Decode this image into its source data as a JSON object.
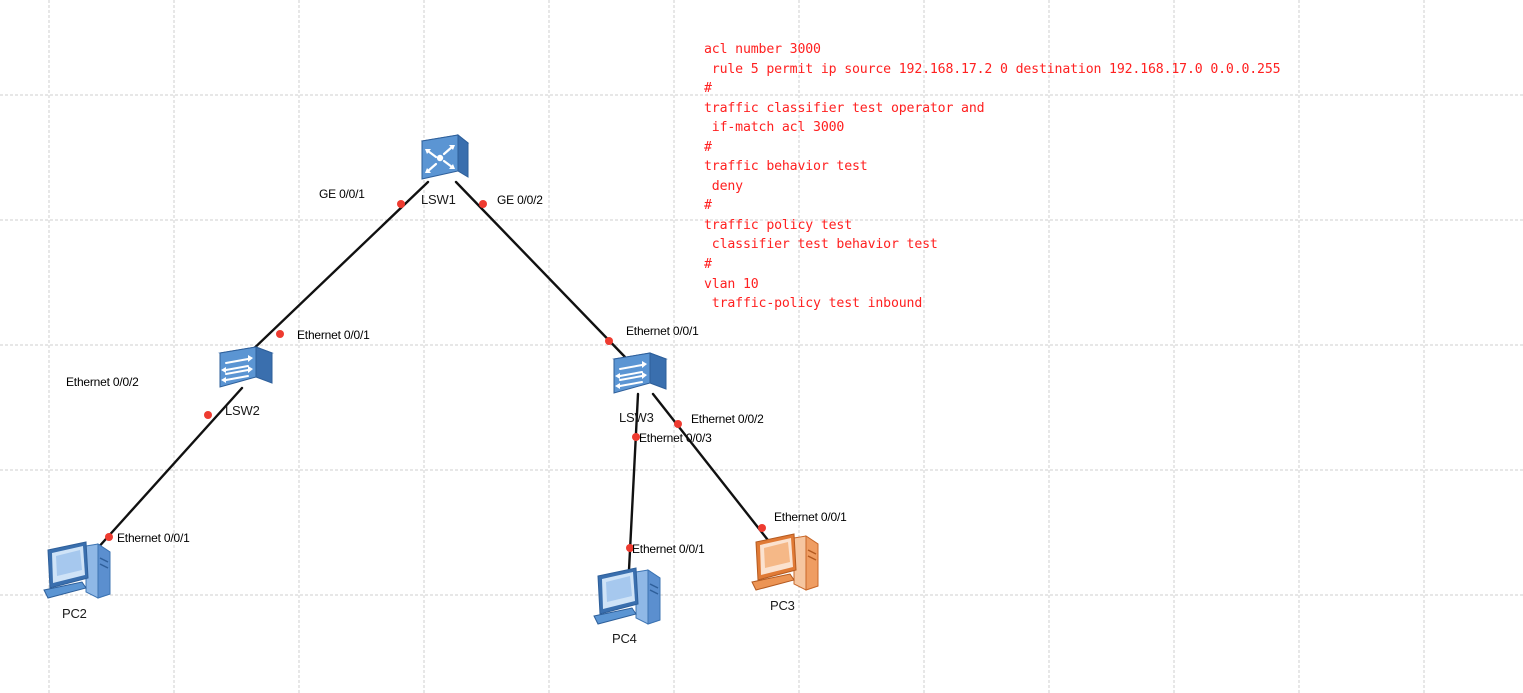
{
  "colors": {
    "config_text": "#ff2020",
    "port_dot": "#ee3b30",
    "link": "#111111",
    "grid": "#cfcfcf",
    "switch_blue": "#4a86c8",
    "pc_blue": "#6aa0d8",
    "pc_orange": "#ee9a5e"
  },
  "devices": {
    "lsw1": {
      "name": "LSW1",
      "icon": "core-switch-icon"
    },
    "lsw2": {
      "name": "LSW2",
      "icon": "access-switch-icon"
    },
    "lsw3": {
      "name": "LSW3",
      "icon": "access-switch-icon"
    },
    "pc2": {
      "name": "PC2",
      "icon": "pc-icon"
    },
    "pc3": {
      "name": "PC3",
      "icon": "pc-icon-orange"
    },
    "pc4": {
      "name": "PC4",
      "icon": "pc-icon"
    }
  },
  "ports": {
    "lsw1_ge001": "GE 0/0/1",
    "lsw1_ge002": "GE 0/0/2",
    "lsw2_eth001": "Ethernet 0/0/1",
    "lsw2_eth002": "Ethernet 0/0/2",
    "lsw3_eth001": "Ethernet 0/0/1",
    "lsw3_eth002": "Ethernet 0/0/2",
    "lsw3_eth003": "Ethernet 0/0/3",
    "pc2_eth001": "Ethernet 0/0/1",
    "pc4_eth001": "Ethernet 0/0/1",
    "pc3_eth001": "Ethernet 0/0/1"
  },
  "config_lines": [
    "acl number 3000",
    " rule 5 permit ip source 192.168.17.2 0 destination 192.168.17.0 0.0.0.255",
    "#",
    "traffic classifier test operator and",
    " if-match acl 3000",
    "#",
    "traffic behavior test",
    " deny",
    "#",
    "traffic policy test",
    " classifier test behavior test",
    "#",
    "vlan 10",
    " traffic-policy test inbound"
  ]
}
